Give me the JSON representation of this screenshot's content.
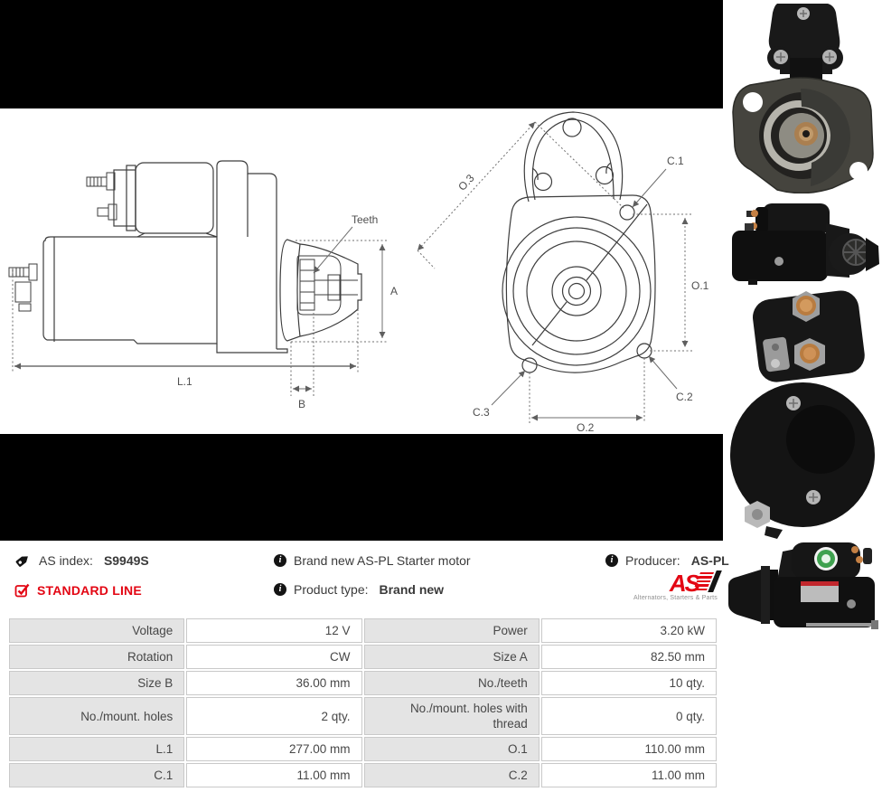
{
  "colors": {
    "accent_red": "#e30613",
    "table_label_bg": "#e4e4e4",
    "table_border": "#c9c9c9",
    "body_text": "#3a3a3a",
    "dimension_line": "#6f6f6f"
  },
  "drawing": {
    "labels": {
      "teeth": "Teeth",
      "a": "A",
      "l1": "L.1",
      "b": "B",
      "o3": "O.3",
      "c1": "C.1",
      "o1": "O.1",
      "c2": "C.2",
      "c3": "C.3",
      "o2": "O.2"
    }
  },
  "info": {
    "as_index_label": "AS index:",
    "as_index_value": "S9949S",
    "line_label": "STANDARD LINE",
    "description": "Brand new AS-PL Starter motor",
    "product_type_label": "Product type:",
    "product_type_value": "Brand new",
    "producer_label": "Producer:",
    "producer_value": "AS-PL",
    "logo_text": "AS",
    "logo_tagline": "Alternators, Starters & Parts"
  },
  "table": {
    "rows": [
      {
        "label1": "Voltage",
        "value1": "12 V",
        "label2": "Power",
        "value2": "3.20 kW"
      },
      {
        "label1": "Rotation",
        "value1": "CW",
        "label2": "Size A",
        "value2": "82.50 mm"
      },
      {
        "label1": "Size B",
        "value1": "36.00 mm",
        "label2": "No./teeth",
        "value2": "10 qty."
      },
      {
        "label1": "No./mount. holes",
        "value1": "2 qty.",
        "label2": "No./mount. holes with thread",
        "value2": "0 qty."
      },
      {
        "label1": "L.1",
        "value1": "277.00 mm",
        "label2": "O.1",
        "value2": "110.00 mm"
      },
      {
        "label1": "C.1",
        "value1": "11.00 mm",
        "label2": "C.2",
        "value2": "11.00 mm"
      }
    ]
  }
}
